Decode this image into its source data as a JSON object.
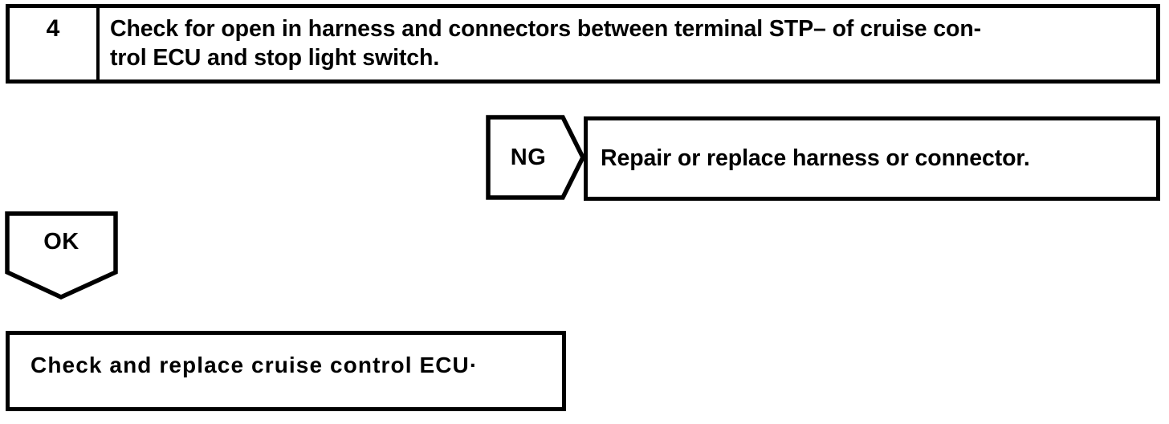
{
  "diagram": {
    "type": "troubleshooting-flowchart",
    "colors": {
      "stroke": "#000000",
      "background": "#ffffff",
      "text": "#000000"
    },
    "step": {
      "number": "4",
      "instruction": "Check for open in harness and connectors between terminal STP– of cruise con-\ntrol ECU  and stop light switch."
    },
    "branches": {
      "ng": {
        "label": "NG",
        "direction": "right",
        "result": "Repair or replace harness or connector."
      },
      "ok": {
        "label": "OK",
        "direction": "down",
        "result": "Check and replace cruise control ECU·"
      }
    }
  }
}
